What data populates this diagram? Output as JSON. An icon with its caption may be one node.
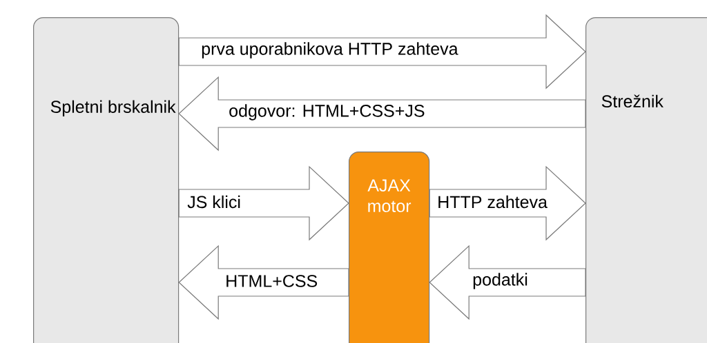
{
  "diagram": {
    "nodes": [
      {
        "text": [
          "Spletni brskalnik"
        ]
      },
      {
        "text": [
          "Strežnik"
        ]
      },
      {
        "text": [
          "AJAX motor"
        ]
      }
    ],
    "edges": [
      {
        "from": 0,
        "to": 1,
        "arrow": "to",
        "label": "prva uporabnikova HTTP zahteva"
      },
      {
        "from": 1,
        "to": 0,
        "arrow": "to",
        "label": "odgovor: HTML+CSS+JS"
      },
      {
        "from": 0,
        "to": 2,
        "arrow": "to",
        "label": "JS klici"
      },
      {
        "from": 2,
        "to": 1,
        "arrow": "to",
        "label": "HTTP zahteva"
      },
      {
        "from": 1,
        "to": 2,
        "arrow": "to",
        "label": "podatki"
      },
      {
        "from": 2,
        "to": 0,
        "arrow": "to",
        "label": "HTML+CSS"
      }
    ]
  }
}
